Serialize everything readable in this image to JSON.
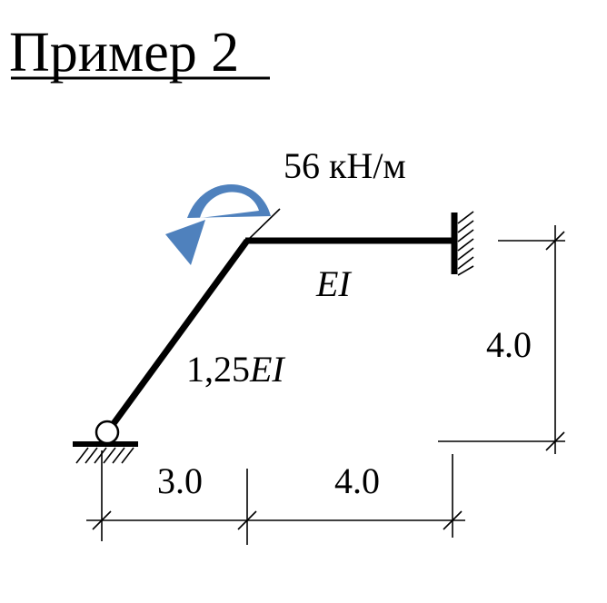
{
  "title": "Пример 2",
  "load": {
    "moment_label": "56 кН/м",
    "moment_direction": "counterclockwise",
    "arrow_color": "#4f81bd"
  },
  "members": {
    "inclined": {
      "stiffness_coef": "1,25",
      "stiffness_symbol": "EI"
    },
    "horizontal": {
      "stiffness_symbol": "EI"
    }
  },
  "supports": {
    "left": "pin",
    "right": "fixed"
  },
  "dimensions": {
    "horizontal_left": "3.0",
    "horizontal_right": "4.0",
    "vertical": "4.0"
  },
  "colors": {
    "line": "#000000",
    "background": "#ffffff"
  }
}
